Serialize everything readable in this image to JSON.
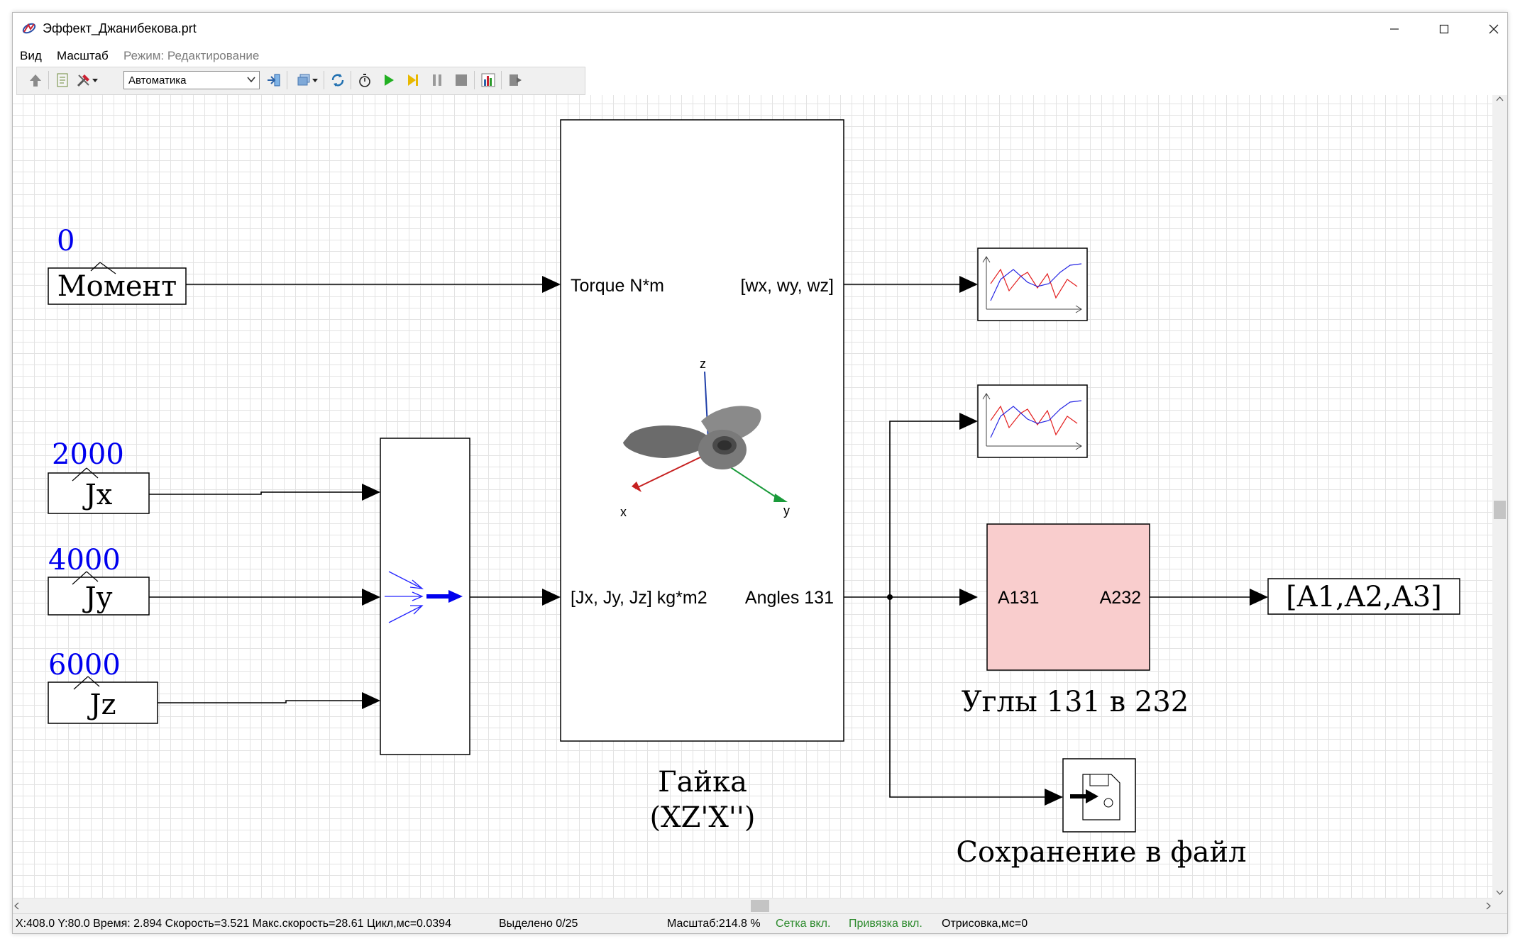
{
  "window": {
    "title": "Эффект_Джанибекова.prt",
    "controls": {
      "minimize": "minimize",
      "maximize": "maximize",
      "close": "close"
    }
  },
  "menu": {
    "view": "Вид",
    "scale": "Масштаб",
    "mode": "Режим: Редактирование"
  },
  "toolbar": {
    "mode_select_value": "Автоматика",
    "icons": [
      "up-arrow-icon",
      "document-icon",
      "tools-icon",
      "dropdown-icon",
      "import-icon",
      "layers-icon",
      "sync-icon",
      "stopwatch-icon",
      "play-icon",
      "step-icon",
      "pause-icon",
      "stop-icon",
      "chart-icon",
      "export-icon"
    ]
  },
  "diagram": {
    "inputs": [
      {
        "value": "0",
        "label": "Момент"
      },
      {
        "value": "2000",
        "label": "Jx"
      },
      {
        "value": "4000",
        "label": "Jy"
      },
      {
        "value": "6000",
        "label": "Jz"
      }
    ],
    "main_block": {
      "port_torque": "Torque N*m",
      "port_inertia": "[Jx, Jy, Jz] kg*m2",
      "port_omega": "[wx, wy, wz]",
      "port_angles": "Angles 131",
      "axis_x": "x",
      "axis_y": "y",
      "axis_z": "z",
      "caption_line1": "Гайка",
      "caption_line2": "(XZ'X'')"
    },
    "converter_block": {
      "port_in": "A131",
      "port_out": "A232",
      "caption": "Углы 131 в 232",
      "color": "#f9cdcd"
    },
    "output_display": "[A1,A2,A3]",
    "save_caption": "Сохранение в файл",
    "value_color": "#0000ee"
  },
  "status": {
    "coords": "X:408.0  Y:80.0 Время: 2.894 Скорость=3.521 Макс.скорость=28.61 Цикл,мс=0.0394",
    "selected": "Выделено 0/25",
    "zoom": "Масштаб:214.8 %",
    "grid": "Сетка вкл.",
    "snap": "Привязка вкл.",
    "render": "Отрисовка,мс=0"
  }
}
